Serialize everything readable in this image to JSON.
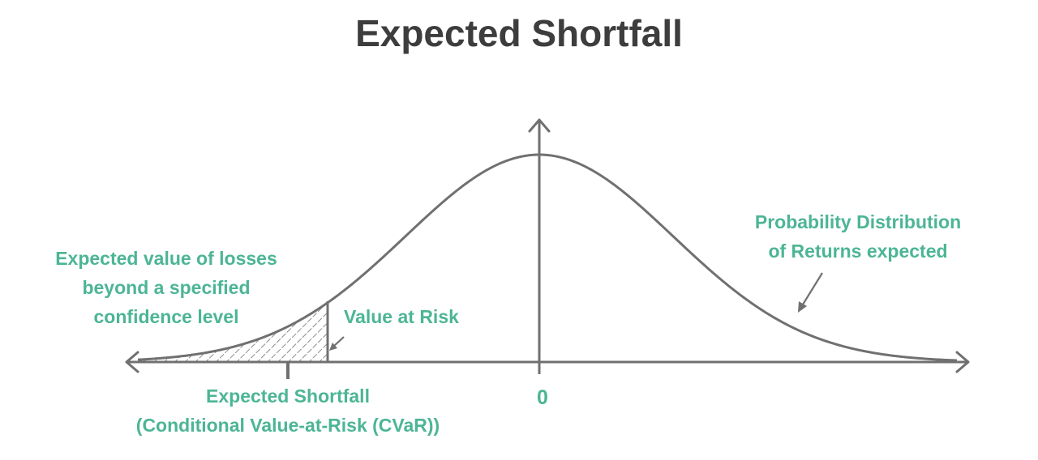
{
  "colors": {
    "title": "#3d3d3d",
    "label": "#4cb595",
    "stroke": "#707070",
    "background": "#ffffff"
  },
  "title": "Expected Shortfall",
  "annotations": {
    "es_definition": [
      "Expected value of losses",
      "beyond a specified",
      "confidence level"
    ],
    "distribution": [
      "Probability Distribution",
      "of Returns expected"
    ],
    "value_at_risk": "Value at Risk",
    "zero": "0",
    "expected_shortfall": [
      "Expected Shortfall",
      "(Conditional Value-at-Risk (CVaR))"
    ]
  },
  "curve": {
    "type": "normal-distribution",
    "shaded_left_tail": true,
    "shading": "diagonal-hatch"
  }
}
